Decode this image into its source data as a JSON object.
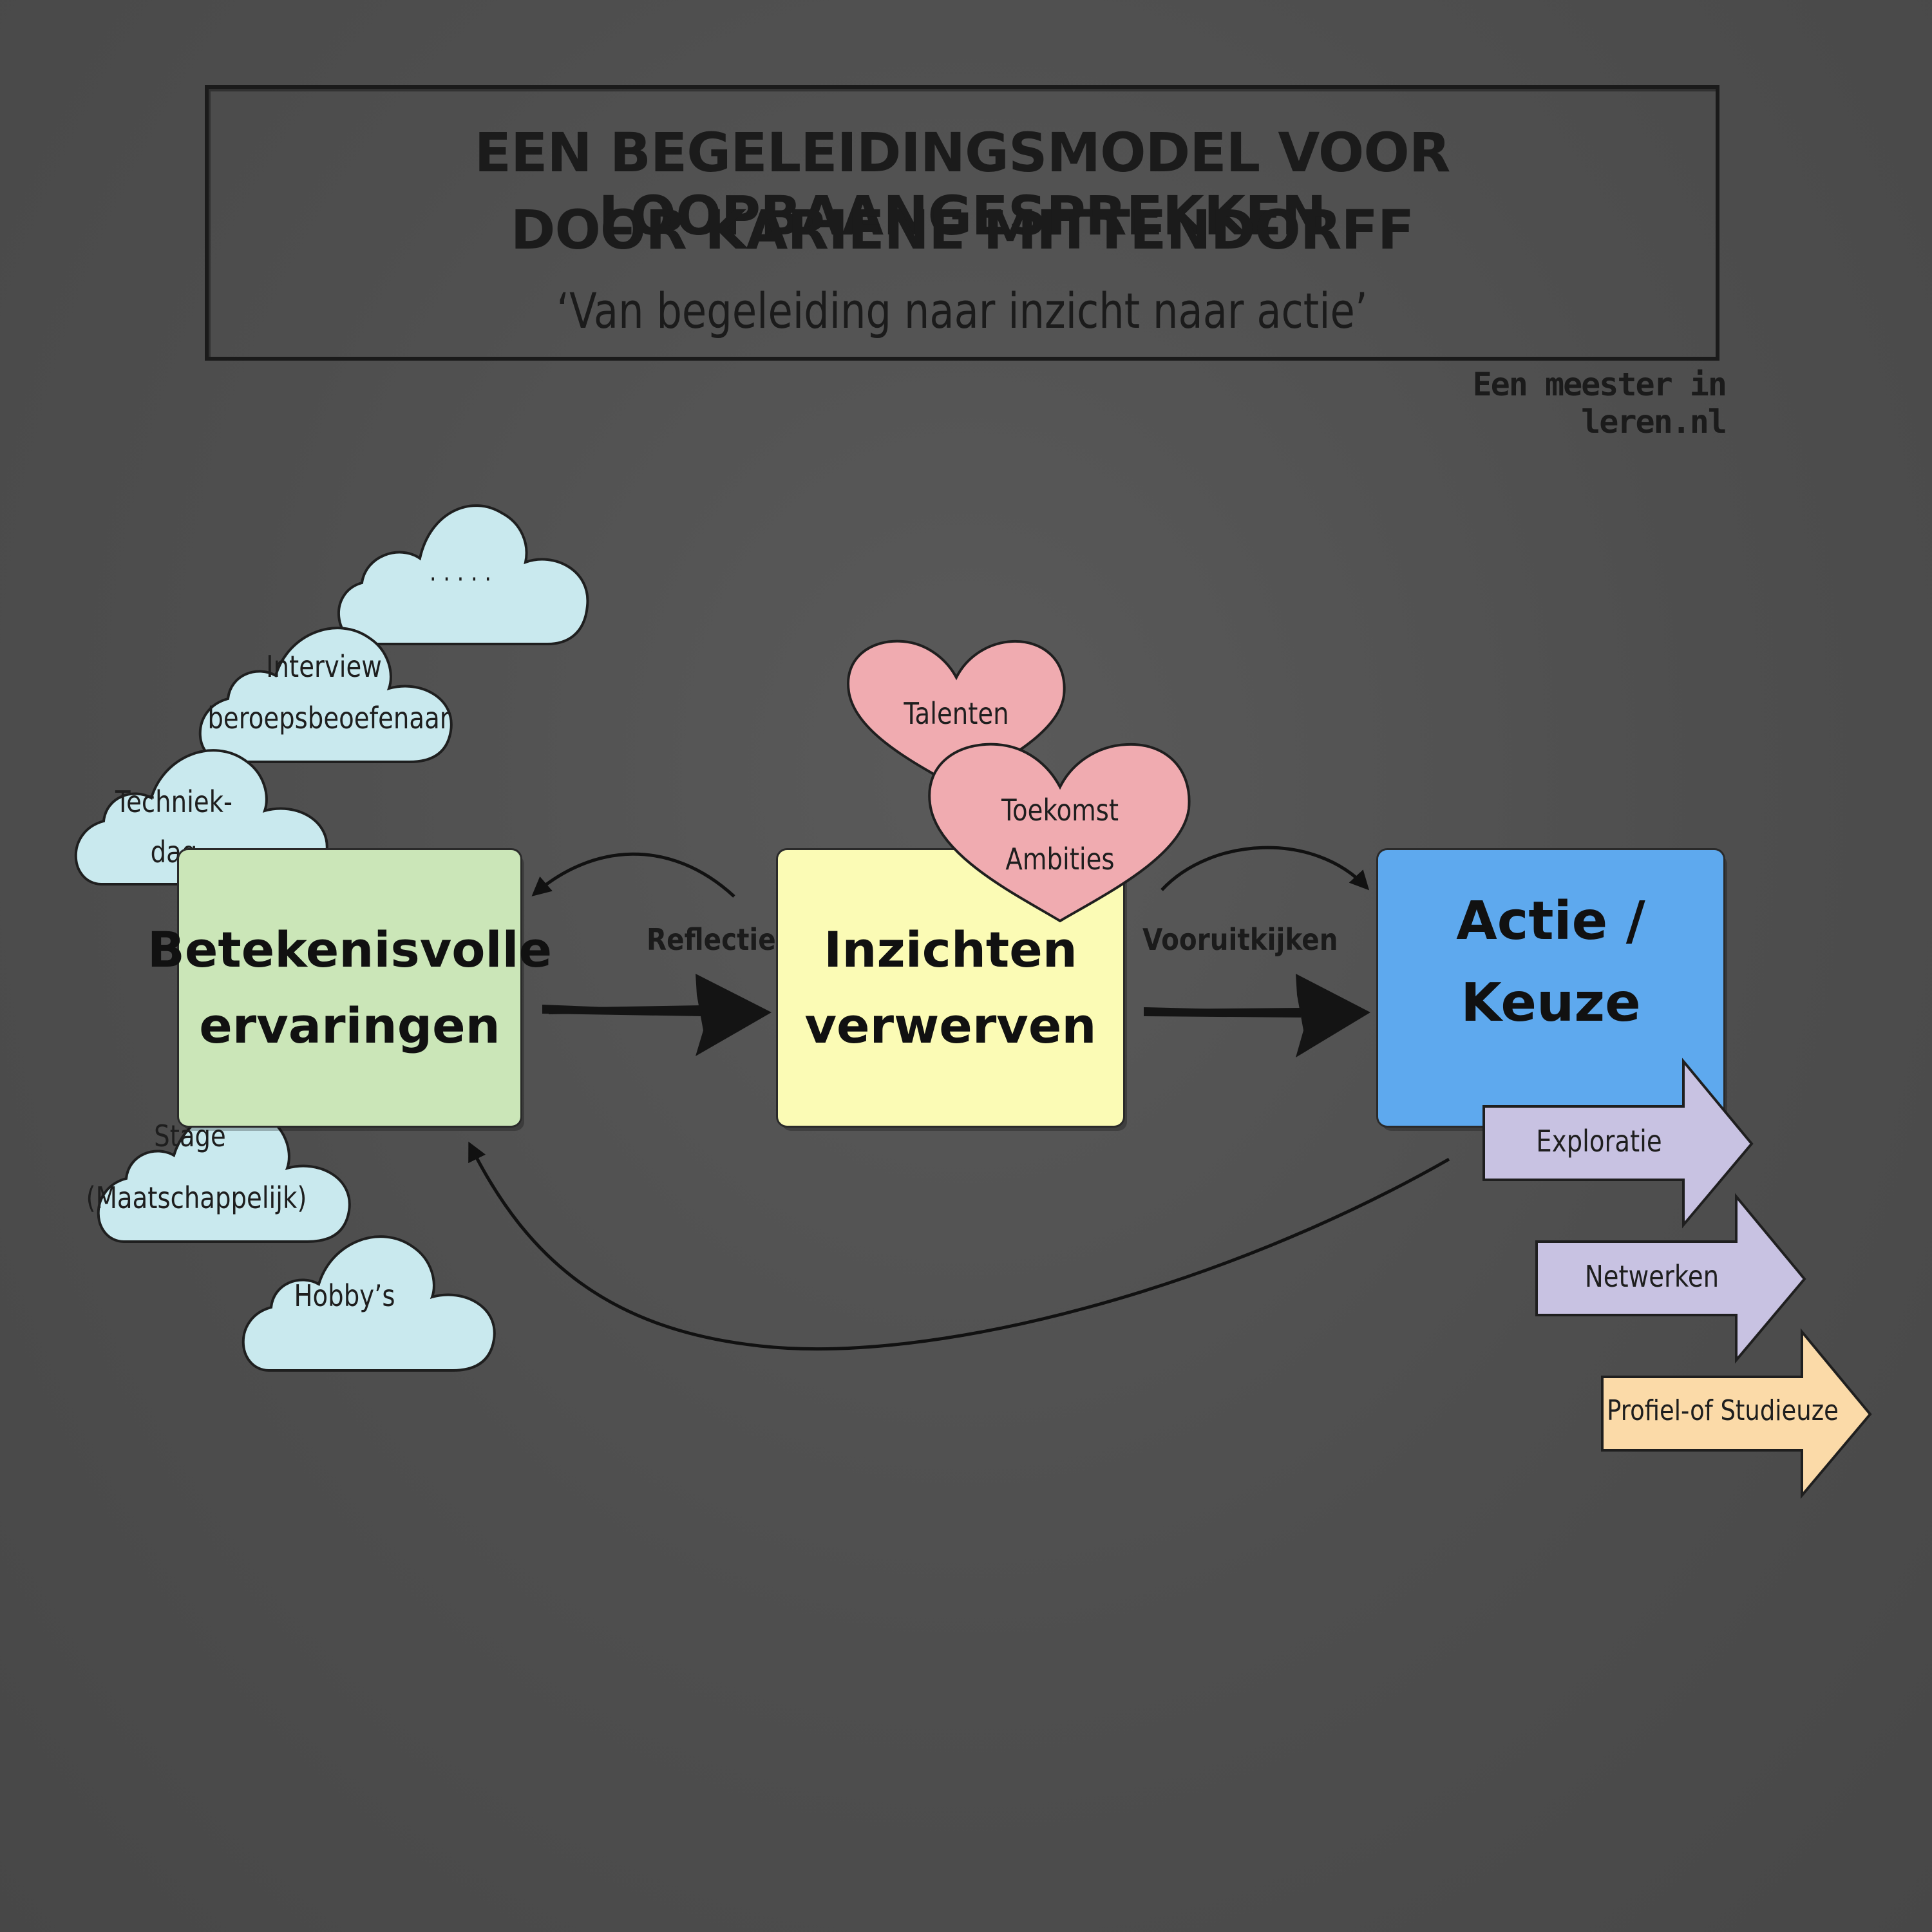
{
  "title": {
    "line1": "EEN BEGELEIDINGSMODEL VOOR LOOPBAANGESPREKKEN",
    "line2": "DOOR KARIENE MITTENDORFF",
    "subtitle": "‘Van begeleiding naar inzicht naar actie’"
  },
  "credit": "Een meester in leren.nl",
  "boxes": {
    "experiences": {
      "line1": "Betekenisvolle",
      "line2": "ervaringen",
      "color": "#cbe6b8"
    },
    "insights": {
      "line1": "Inzichten",
      "line2": "verwerven",
      "color": "#fbfbb5"
    },
    "action": {
      "label": "Actie / Keuze",
      "color": "#5ea9ee"
    }
  },
  "flows": {
    "reflectie": "Reflectie",
    "vooruitkijken": "Vooruitkijken"
  },
  "clouds": {
    "dots": "· · · · ·",
    "interview": {
      "line1": "Interview",
      "line2": "beroepsbeoefenaar"
    },
    "techniek": {
      "line1": "Techniek-",
      "line2": "dag"
    },
    "stage": {
      "line1": "Stage",
      "line2": "(Maatschappelijk)"
    },
    "hobbys": "Hobby’s",
    "color": "#c9e9ee"
  },
  "hearts": {
    "talenten": "Talenten",
    "toekomst": {
      "line1": "Toekomst",
      "line2": "Ambities"
    },
    "color": "#f0abb0"
  },
  "outcomes": {
    "exploratie": "Exploratie",
    "netwerken": "Netwerken",
    "profiel": "Profiel-of Studieuze",
    "purple": "#c8c2e2",
    "peach": "#fbdaa8"
  }
}
